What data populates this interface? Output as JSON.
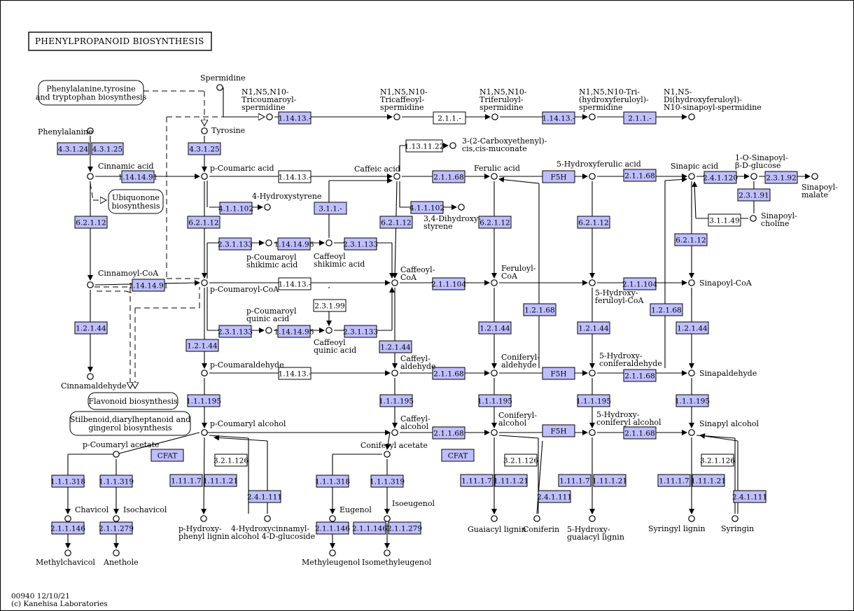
{
  "title": "PHENYLPROPANOID  BIOSYNTHESIS",
  "footer": {
    "line1": "00940 12/10/21",
    "line2": "(c) Kanehisa Laboratories"
  },
  "colors": {
    "enzyme_fill": "#bfbfff",
    "white": "#ffffff",
    "line": "#000000"
  },
  "maps": [
    {
      "id": "m1",
      "lines": [
        "Phenylalanine,tyrosine",
        "and tryptophan biosynthesis"
      ]
    },
    {
      "id": "m2",
      "lines": [
        "Ubiquonone",
        "biosynthesis"
      ]
    },
    {
      "id": "m3",
      "lines": [
        "Flavonoid biosynthesis"
      ]
    },
    {
      "id": "m4",
      "lines": [
        "Stilbenoid,diarylheptanoid and",
        "gingerol biosynthesis"
      ]
    }
  ],
  "enzymes": [
    {
      "id": "e1",
      "label": "4.3.1.24",
      "hl": true
    },
    {
      "id": "e2",
      "label": "4.3.1.25",
      "hl": true
    },
    {
      "id": "e3",
      "label": "4.3.1.25",
      "hl": true
    },
    {
      "id": "e4",
      "label": "1.14.14.91",
      "hl": true
    },
    {
      "id": "e5",
      "label": "6.2.1.12",
      "hl": true
    },
    {
      "id": "e6",
      "label": "1.14.14.91",
      "hl": true
    },
    {
      "id": "e7",
      "label": "1.2.1.44",
      "hl": true
    },
    {
      "id": "e8",
      "label": "6.2.1.12",
      "hl": true
    },
    {
      "id": "e9",
      "label": "4.1.1.102",
      "hl": true
    },
    {
      "id": "e10",
      "label": "1.14.13.-",
      "hl": false
    },
    {
      "id": "e11",
      "label": "2.3.1.133",
      "hl": true
    },
    {
      "id": "e12",
      "label": "1.14.14.96",
      "hl": true
    },
    {
      "id": "e13",
      "label": "3.1.1.-",
      "hl": true
    },
    {
      "id": "e14",
      "label": "2.3.1.133",
      "hl": true
    },
    {
      "id": "e15",
      "label": "1.14.13.-",
      "hl": false
    },
    {
      "id": "e16",
      "label": "2.3.1.99",
      "hl": false
    },
    {
      "id": "e17",
      "label": "2.3.1.133",
      "hl": true
    },
    {
      "id": "e18",
      "label": "1.14.14.96",
      "hl": true
    },
    {
      "id": "e19",
      "label": "2.3.1.133",
      "hl": true
    },
    {
      "id": "e20",
      "label": "1.2.1.44",
      "hl": true
    },
    {
      "id": "e21",
      "label": "1.14.13.-",
      "hl": false
    },
    {
      "id": "e22",
      "label": "1.1.1.195",
      "hl": true
    },
    {
      "id": "e23",
      "label": "1.14.13.-",
      "hl": true
    },
    {
      "id": "e24",
      "label": "1.14.13.-",
      "hl": true
    },
    {
      "id": "e25",
      "label": "2.1.1.-",
      "hl": false
    },
    {
      "id": "e26",
      "label": "1.14.13.-",
      "hl": true
    },
    {
      "id": "e27",
      "label": "2.1.1.-",
      "hl": true
    },
    {
      "id": "e28",
      "label": "1.13.11.22",
      "hl": false
    },
    {
      "id": "e29",
      "label": "2.1.1.68",
      "hl": true
    },
    {
      "id": "e30",
      "label": "4.1.1.102",
      "hl": true
    },
    {
      "id": "e31",
      "label": "6.2.1.12",
      "hl": true
    },
    {
      "id": "e32",
      "label": "6.2.1.12",
      "hl": true
    },
    {
      "id": "e33",
      "label": "2.1.1.104",
      "hl": true
    },
    {
      "id": "e34",
      "label": "1.2.1.44",
      "hl": true
    },
    {
      "id": "e35",
      "label": "2.1.1.68",
      "hl": true
    },
    {
      "id": "e36",
      "label": "1.1.1.195",
      "hl": true
    },
    {
      "id": "e37",
      "label": "2.1.1.68",
      "hl": true
    },
    {
      "id": "e38",
      "label": "F5H",
      "hl": true
    },
    {
      "id": "e39",
      "label": "1.2.1.44",
      "hl": true
    },
    {
      "id": "e40",
      "label": "1.2.1.68",
      "hl": true
    },
    {
      "id": "e41",
      "label": "F5H",
      "hl": true
    },
    {
      "id": "e42",
      "label": "1.1.1.195",
      "hl": true
    },
    {
      "id": "e43",
      "label": "F5H",
      "hl": true
    },
    {
      "id": "e44",
      "label": "6.2.1.12",
      "hl": true
    },
    {
      "id": "e45",
      "label": "2.1.1.104",
      "hl": true
    },
    {
      "id": "e46",
      "label": "1.2.1.44",
      "hl": true
    },
    {
      "id": "e47",
      "label": "2.1.1.68",
      "hl": true
    },
    {
      "id": "e48",
      "label": "1.1.1.195",
      "hl": true
    },
    {
      "id": "e49",
      "label": "2.1.1.68",
      "hl": true
    },
    {
      "id": "e50",
      "label": "2.1.1.68",
      "hl": true
    },
    {
      "id": "e51",
      "label": "2.4.1.120",
      "hl": true
    },
    {
      "id": "e52",
      "label": "2.3.1.92",
      "hl": true
    },
    {
      "id": "e53",
      "label": "2.3.1.91",
      "hl": true
    },
    {
      "id": "e54",
      "label": "3.1.1.49",
      "hl": false
    },
    {
      "id": "e55",
      "label": "6.2.1.12",
      "hl": true
    },
    {
      "id": "e56",
      "label": "1.2.1.68",
      "hl": true
    },
    {
      "id": "e57",
      "label": "1.2.1.44",
      "hl": true
    },
    {
      "id": "e58",
      "label": "1.1.1.195",
      "hl": true
    },
    {
      "id": "e59",
      "label": "CFAT",
      "hl": true
    },
    {
      "id": "e60",
      "label": "1.1.1.318",
      "hl": true
    },
    {
      "id": "e61",
      "label": "1.1.1.319",
      "hl": true
    },
    {
      "id": "e62",
      "label": "2.1.1.146",
      "hl": true
    },
    {
      "id": "e63",
      "label": "2.1.1.279",
      "hl": true
    },
    {
      "id": "e64",
      "label": "1.11.1.7",
      "hl": true
    },
    {
      "id": "e65",
      "label": "1.11.1.21",
      "hl": true
    },
    {
      "id": "e66",
      "label": "3.2.1.126",
      "hl": false
    },
    {
      "id": "e67",
      "label": "2.4.1.111",
      "hl": true
    },
    {
      "id": "e68",
      "label": "CFAT",
      "hl": true
    },
    {
      "id": "e69",
      "label": "1.1.1.318",
      "hl": true
    },
    {
      "id": "e70",
      "label": "1.1.1.319",
      "hl": true
    },
    {
      "id": "e71",
      "label": "2.1.1.146",
      "hl": true
    },
    {
      "id": "e72",
      "label": "2.1.1.146",
      "hl": true
    },
    {
      "id": "e73",
      "label": "2.1.1.279",
      "hl": true
    },
    {
      "id": "e74",
      "label": "1.11.1.7",
      "hl": true
    },
    {
      "id": "e75",
      "label": "1.11.1.21",
      "hl": true
    },
    {
      "id": "e76",
      "label": "3.2.1.126",
      "hl": false
    },
    {
      "id": "e77",
      "label": "2.4.1.111",
      "hl": true
    },
    {
      "id": "e78",
      "label": "1.11.1.7",
      "hl": true
    },
    {
      "id": "e79",
      "label": "1.11.1.21",
      "hl": true
    },
    {
      "id": "e80",
      "label": "1.11.1.7",
      "hl": true
    },
    {
      "id": "e81",
      "label": "1.11.1.21",
      "hl": true
    },
    {
      "id": "e82",
      "label": "3.2.1.126",
      "hl": false
    },
    {
      "id": "e83",
      "label": "2.4.1.111",
      "hl": true
    }
  ],
  "compounds": [
    {
      "id": "c1",
      "lines": [
        "Phenylalanine"
      ]
    },
    {
      "id": "c2",
      "lines": [
        "Cinnamic acid"
      ]
    },
    {
      "id": "c3",
      "lines": [
        "Cinnamoyl-CoA"
      ]
    },
    {
      "id": "c4",
      "lines": [
        "Cinnamaldehyde"
      ]
    },
    {
      "id": "c5",
      "lines": [
        "Spermidine"
      ]
    },
    {
      "id": "c6",
      "lines": [
        "Tyrosine"
      ]
    },
    {
      "id": "c7",
      "lines": [
        "p-Coumaric acid"
      ]
    },
    {
      "id": "c8",
      "lines": [
        "4-Hydroxystyrene"
      ]
    },
    {
      "id": "c9",
      "lines": [
        "p-Coumaroyl",
        "shikimic acid"
      ]
    },
    {
      "id": "c10",
      "lines": [
        "Caffeoyl",
        "shikimic acid"
      ]
    },
    {
      "id": "c11",
      "lines": [
        "p-Coumaroyl-CoA"
      ]
    },
    {
      "id": "c12",
      "lines": [
        "p-Coumaroyl",
        "quinic acid"
      ]
    },
    {
      "id": "c13",
      "lines": [
        "Caffeoyl",
        "quinic acid"
      ]
    },
    {
      "id": "c14",
      "lines": [
        "p-Coumaraldehyde"
      ]
    },
    {
      "id": "c15",
      "lines": [
        "p-Coumaryl alcohol"
      ]
    },
    {
      "id": "c16",
      "lines": [
        "N1,N5,N10-",
        "Tricoumaroyl-",
        "spermidine"
      ]
    },
    {
      "id": "c17",
      "lines": [
        "N1,N5,N10-",
        "Tricaffeoyl-",
        "spermidine"
      ]
    },
    {
      "id": "c18",
      "lines": [
        "N1,N5,N10-",
        "Triferuloyl-",
        "spermidine"
      ]
    },
    {
      "id": "c19",
      "lines": [
        "N1,N5,N10-Tri-",
        "(hydroxyferuloyl)-",
        "spermidine"
      ]
    },
    {
      "id": "c20",
      "lines": [
        "N1,N5-",
        "Di(hydroxyferuloyl)-",
        "N10-sinapoyl-spermidine"
      ]
    },
    {
      "id": "c21",
      "lines": [
        "3-(2-Carboxyethenyl)-",
        "cis,cis-muconate"
      ]
    },
    {
      "id": "c22",
      "lines": [
        "Caffeic acid"
      ]
    },
    {
      "id": "c23",
      "lines": [
        "3,4-Dihydroxy-",
        "styrene"
      ]
    },
    {
      "id": "c24",
      "lines": [
        "Caffeoyl-",
        "CoA"
      ]
    },
    {
      "id": "c25",
      "lines": [
        "Caffeyl-",
        "aldehyde"
      ]
    },
    {
      "id": "c26",
      "lines": [
        "Caffeyl-",
        "alcohol"
      ]
    },
    {
      "id": "c27",
      "lines": [
        "Ferulic acid"
      ]
    },
    {
      "id": "c28",
      "lines": [
        "Feruloyl-",
        "CoA"
      ]
    },
    {
      "id": "c29",
      "lines": [
        "Coniferyl-",
        "aldehyde"
      ]
    },
    {
      "id": "c30",
      "lines": [
        "Coniferyl-",
        "alcohol"
      ]
    },
    {
      "id": "c31",
      "lines": [
        "5-Hydroxyferulic acid"
      ]
    },
    {
      "id": "c32",
      "lines": [
        "5-Hydroxy-",
        "feruloyl-CoA"
      ]
    },
    {
      "id": "c33",
      "lines": [
        "5-Hydroxy-",
        "coniferaldehyde"
      ]
    },
    {
      "id": "c34",
      "lines": [
        "5-Hydroxy-",
        "coniferyl alcohol"
      ]
    },
    {
      "id": "c35",
      "lines": [
        "Sinapic acid"
      ]
    },
    {
      "id": "c36",
      "lines": [
        "1-O-Sinapoyl-",
        "β-D-glucose"
      ]
    },
    {
      "id": "c37",
      "lines": [
        "Sinapoyl-",
        "malate"
      ]
    },
    {
      "id": "c38",
      "lines": [
        "Sinapoyl-",
        "choline"
      ]
    },
    {
      "id": "c39",
      "lines": [
        "Sinapoyl-CoA"
      ]
    },
    {
      "id": "c40",
      "lines": [
        "Sinapaldehyde"
      ]
    },
    {
      "id": "c41",
      "lines": [
        "Sinapyl alcohol"
      ]
    },
    {
      "id": "c42",
      "lines": [
        "p-Coumaryl acetate"
      ]
    },
    {
      "id": "c43",
      "lines": [
        "Chavicol"
      ]
    },
    {
      "id": "c44",
      "lines": [
        "Isochavicol"
      ]
    },
    {
      "id": "c45",
      "lines": [
        "Methylchavicol"
      ]
    },
    {
      "id": "c46",
      "lines": [
        "Anethole"
      ]
    },
    {
      "id": "c47",
      "lines": [
        "p-Hydroxy-",
        "phenyl lignin"
      ]
    },
    {
      "id": "c48",
      "lines": [
        "4-Hydroxycinnamyl-",
        "alcohol 4-D-glucoside"
      ]
    },
    {
      "id": "c49",
      "lines": [
        "Coniferyl acetate"
      ]
    },
    {
      "id": "c50",
      "lines": [
        "Eugenol"
      ]
    },
    {
      "id": "c51",
      "lines": [
        "Isoeugenol"
      ]
    },
    {
      "id": "c52",
      "lines": [
        "Methyleugenol"
      ]
    },
    {
      "id": "c53",
      "lines": [
        "Isomethyleugenol"
      ]
    },
    {
      "id": "c54",
      "lines": [
        "Guaiacyl lignin"
      ]
    },
    {
      "id": "c55",
      "lines": [
        "Coniferin"
      ]
    },
    {
      "id": "c56",
      "lines": [
        "5-Hydroxy-",
        "guaiacyl lignin"
      ]
    },
    {
      "id": "c57",
      "lines": [
        "Syringyl lignin"
      ]
    },
    {
      "id": "c58",
      "lines": [
        "Syringin"
      ]
    }
  ]
}
